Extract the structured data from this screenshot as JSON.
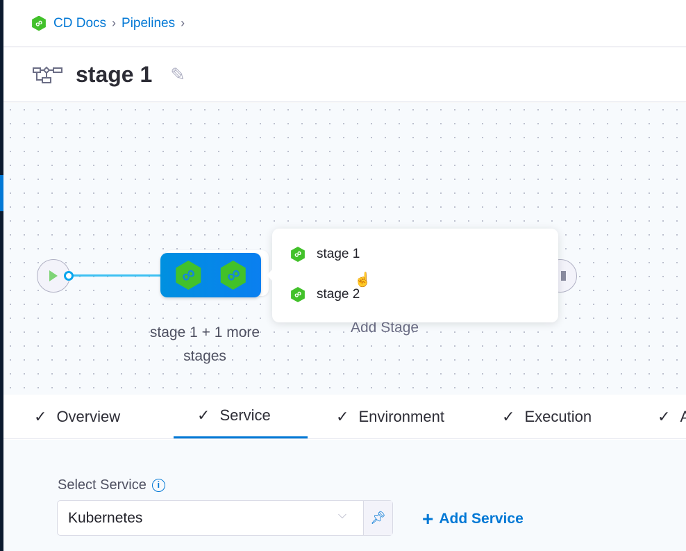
{
  "breadcrumb": {
    "items": [
      "CD Docs",
      "Pipelines"
    ]
  },
  "header": {
    "title": "stage 1"
  },
  "canvas": {
    "group_label": "stage 1 + 1 more stages",
    "add_stage": "Add Stage",
    "popover": {
      "items": [
        {
          "label": "stage 1"
        },
        {
          "label": "stage 2"
        }
      ]
    }
  },
  "tabs": [
    {
      "label": "Overview"
    },
    {
      "label": "Service",
      "active": true
    },
    {
      "label": "Environment"
    },
    {
      "label": "Execution"
    },
    {
      "label": "A"
    }
  ],
  "service": {
    "label": "Select Service",
    "value": "Kubernetes",
    "add_label": "Add Service"
  },
  "colors": {
    "accent": "#0278d5",
    "stage_icon": "#42c12a",
    "sidebar": "#0b1a2e"
  }
}
